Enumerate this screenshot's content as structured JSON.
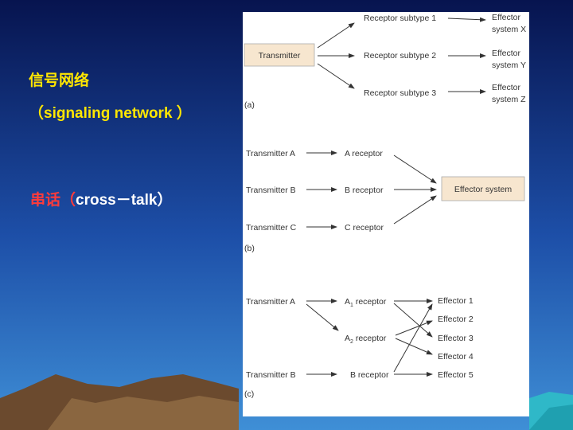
{
  "slide": {
    "heading": "信号网络",
    "subheading": "（signaling network ）",
    "crosstalk_cn": "串话（",
    "crosstalk_en": "cross－talk",
    "crosstalk_close": "）"
  },
  "figure": {
    "a": {
      "label": "(a)",
      "transmitter": "Transmitter",
      "receptors": [
        "Receptor subtype 1",
        "Receptor subtype 2",
        "Receptor subtype 3"
      ],
      "effectors": [
        {
          "line1": "Effector",
          "line2": "system X"
        },
        {
          "line1": "Effector",
          "line2": "system Y"
        },
        {
          "line1": "Effector",
          "line2": "system Z"
        }
      ]
    },
    "b": {
      "label": "(b)",
      "transmitters": [
        "Transmitter A",
        "Transmitter B",
        "Transmitter C"
      ],
      "receptors": [
        "A receptor",
        "B receptor",
        "C receptor"
      ],
      "effector": "Effector system"
    },
    "c": {
      "label": "(c)",
      "transmitters": [
        "Transmitter A",
        "Transmitter B"
      ],
      "receptors": [
        {
          "main": "A",
          "sub": "1",
          "rest": " receptor"
        },
        {
          "main": "A",
          "sub": "2",
          "rest": " receptor"
        },
        {
          "main": "B",
          "sub": "",
          "rest": " receptor"
        }
      ],
      "effectors": [
        "Effector 1",
        "Effector 2",
        "Effector 3",
        "Effector 4",
        "Effector 5"
      ]
    }
  },
  "colors": {
    "background_top": "#0a1a5c",
    "heading": "#ffe600",
    "crosstalk": "#ff3b3b",
    "box": "#f7e6cf"
  }
}
